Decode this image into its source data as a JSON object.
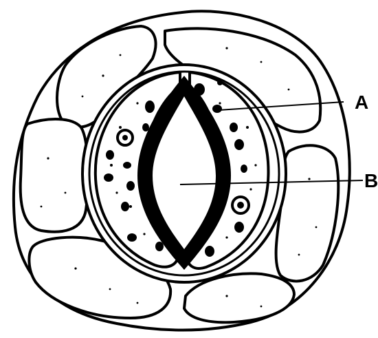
{
  "diagram": {
    "labels": [
      {
        "id": "A",
        "text": "A"
      },
      {
        "id": "B",
        "text": "B"
      }
    ],
    "colors": {
      "ink": "#000000",
      "paper": "#ffffff"
    }
  }
}
